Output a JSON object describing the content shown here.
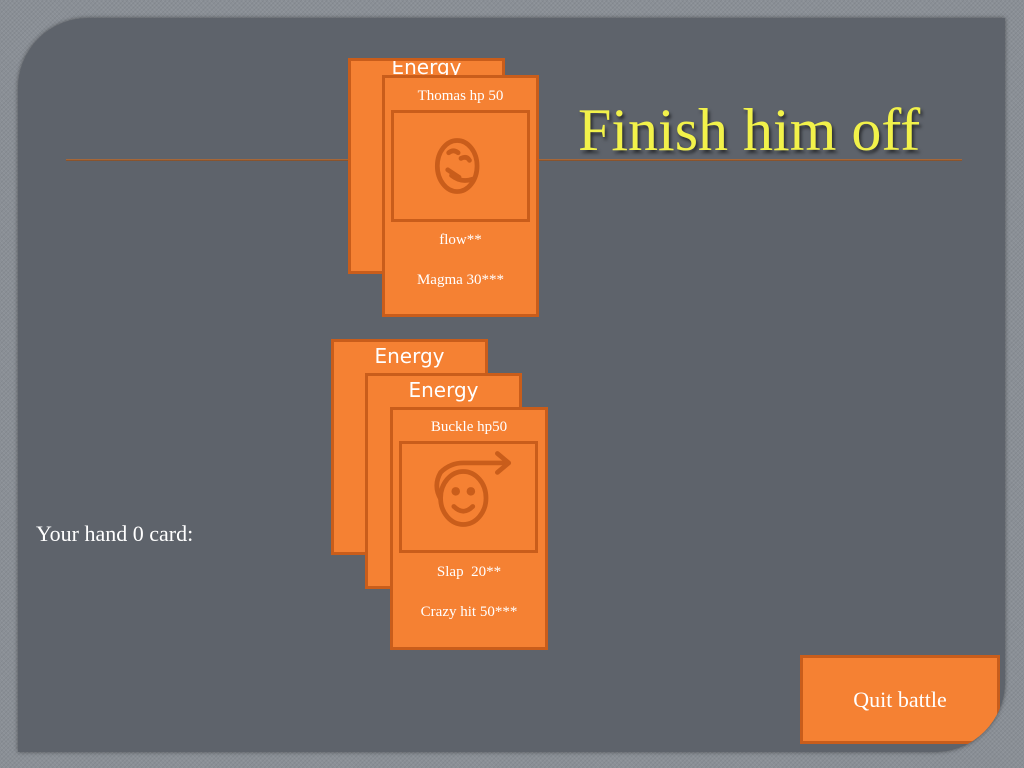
{
  "slide": {
    "title": "Finish him off",
    "hand_label": "Your hand 0 card:",
    "quit_label": "Quit battle"
  },
  "opponent": {
    "energy_card": {
      "label": "Energy"
    },
    "active_card": {
      "name": "Thomas hp 50",
      "icon": "dizzy-face-icon",
      "attacks": [
        "flow**",
        "Magma 30***"
      ]
    }
  },
  "player": {
    "energy_cards": [
      {
        "label": "Energy"
      },
      {
        "label": "Energy"
      }
    ],
    "active_card": {
      "name": "Buckle hp50",
      "icon": "smiling-face-arrow-icon",
      "attacks": [
        "Slap  20**",
        "Crazy hit 50***"
      ]
    }
  },
  "colors": {
    "card_fill": "#f58133",
    "card_border": "#c95d1b",
    "title": "#f2f24a",
    "slide_bg": "#5e636b"
  }
}
